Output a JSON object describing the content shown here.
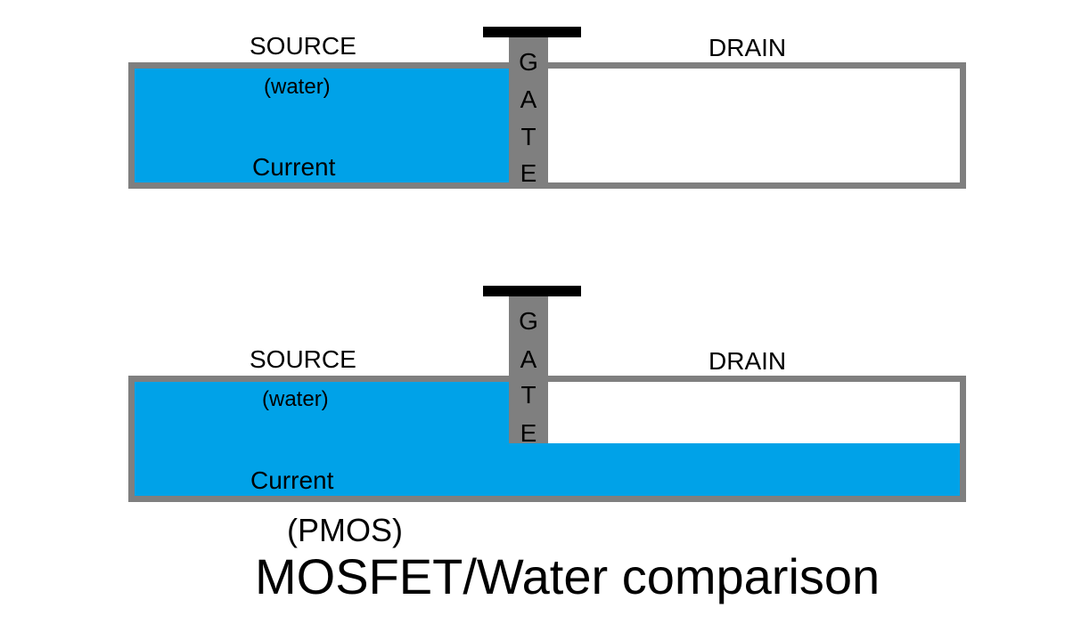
{
  "colors": {
    "water": "#00a2e8",
    "wall": "#7f7f7f",
    "gate_cap": "#000000",
    "background": "#ffffff"
  },
  "top_diagram": {
    "source_label": "SOURCE",
    "drain_label": "DRAIN",
    "water_label": "(water)",
    "current_label": "Current",
    "gate_letters": [
      "G",
      "A",
      "T",
      "E"
    ],
    "state": "gate closed - water held in source"
  },
  "bottom_diagram": {
    "source_label": "SOURCE",
    "drain_label": "DRAIN",
    "water_label": "(water)",
    "current_label": "Current",
    "gate_letters": [
      "G",
      "A",
      "T",
      "E"
    ],
    "state": "gate raised - water flows under gate to drain"
  },
  "subtitle": "(PMOS)",
  "title": "MOSFET/Water comparison"
}
